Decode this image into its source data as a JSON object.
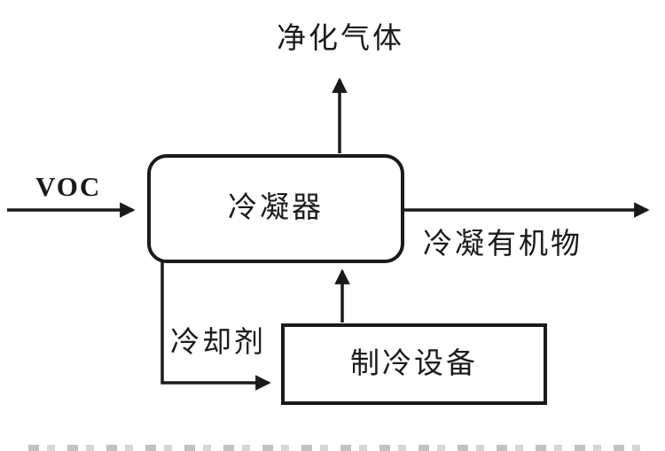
{
  "labels": {
    "purified_gas": "净化气体",
    "voc": "VOC",
    "condenser": "冷凝器",
    "condensed_organics": "冷凝有机物",
    "coolant": "冷却剂",
    "refrigeration_equipment": "制冷设备"
  },
  "colors": {
    "line": "#1a1a1a",
    "background": "#ffffff"
  }
}
